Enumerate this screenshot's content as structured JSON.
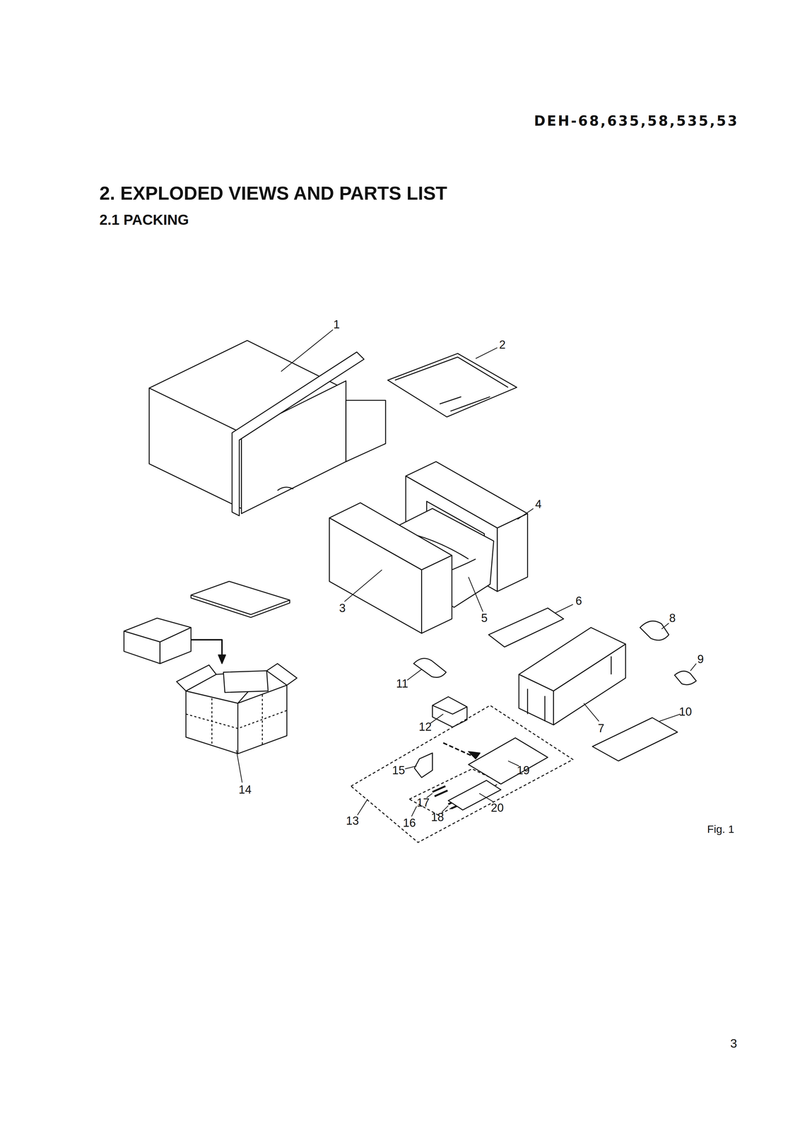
{
  "diagram": {
    "title": "2. EXPLODED VIEWS AND PARTS LIST",
    "caption": "Fig. 1",
    "labels": [
      "DEH-68,635,58,535,53",
      "2.1 PACKING",
      "1",
      "2",
      "3",
      "4",
      "5",
      "6",
      "7",
      "8",
      "9",
      "10",
      "11",
      "12",
      "13",
      "14",
      "15",
      "16",
      "17",
      "18",
      "19",
      "20",
      "3"
    ]
  }
}
